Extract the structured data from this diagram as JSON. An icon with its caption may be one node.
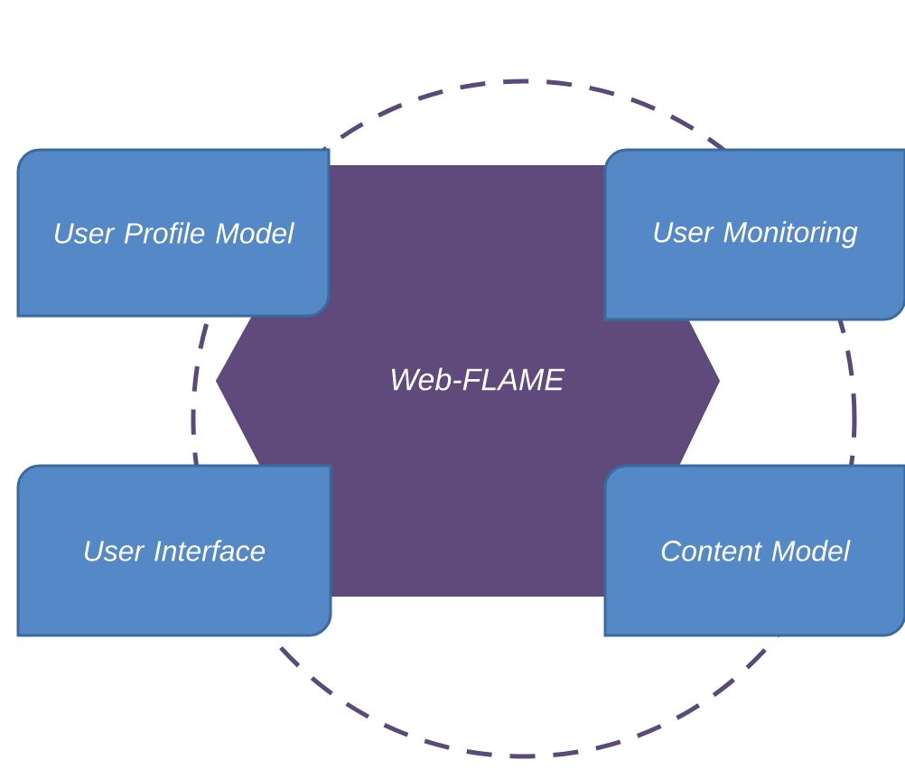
{
  "diagram": {
    "nodes": [
      {
        "text": [
          "Web-FLAME"
        ]
      },
      {
        "text": [
          "User Profile Model"
        ]
      },
      {
        "text": [
          "User Monitoring"
        ]
      },
      {
        "text": [
          "User Interface"
        ]
      },
      {
        "text": [
          "Content Model"
        ]
      }
    ]
  }
}
